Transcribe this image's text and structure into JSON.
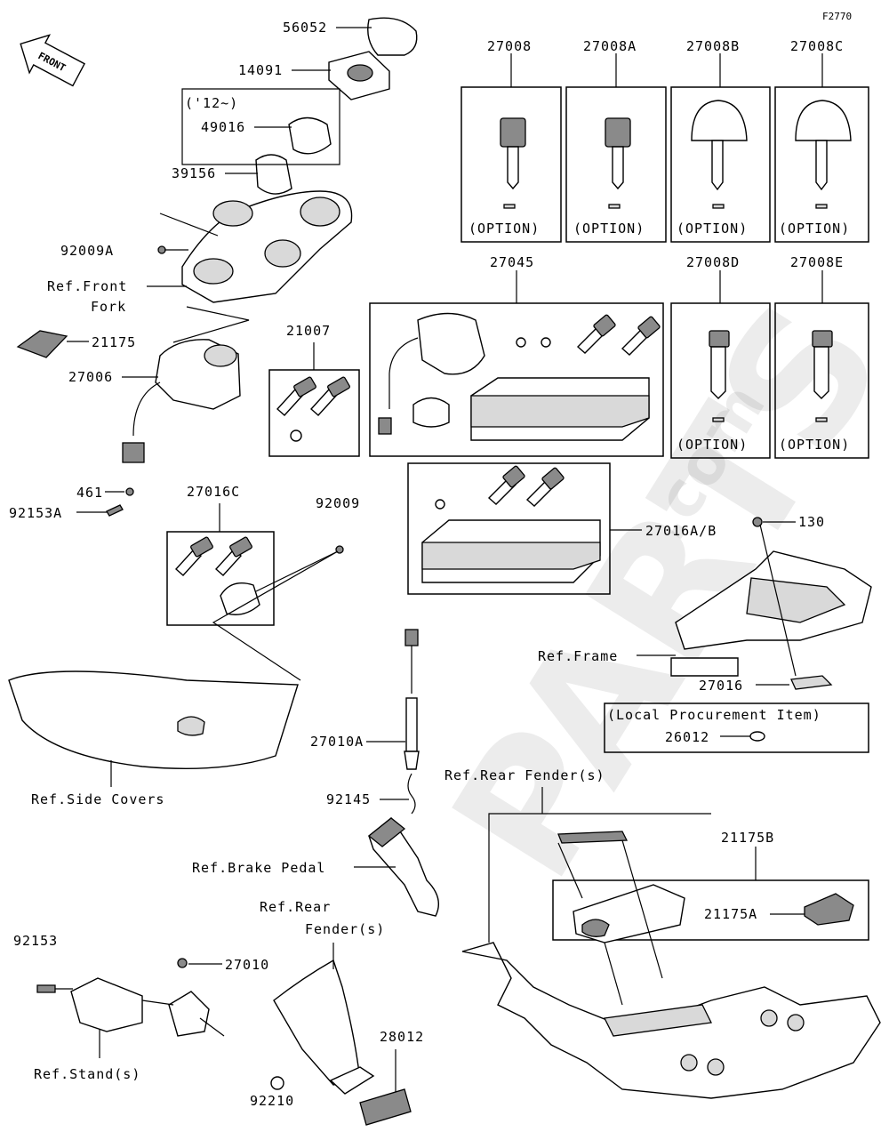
{
  "figure_code": "F2770",
  "direction_arrow": "FRONT",
  "watermark": {
    "main": "PARTS",
    "suffix": ".com"
  },
  "year_note": "('12~)",
  "option_label": "(OPTION)",
  "local_procurement_title": "(Local Procurement Item)",
  "part_numbers": {
    "p56052": "56052",
    "p14091": "14091",
    "p49016": "49016",
    "p39156": "39156",
    "p92009A": "92009A",
    "p21175": "21175",
    "p27006": "27006",
    "p461": "461",
    "p92153A": "92153A",
    "p21007": "21007",
    "p27016C": "27016C",
    "p92009": "92009",
    "p27008": "27008",
    "p27008A": "27008A",
    "p27008B": "27008B",
    "p27008C": "27008C",
    "p27045": "27045",
    "p27008D": "27008D",
    "p27008E": "27008E",
    "p27016AB": "27016A/B",
    "p130": "130",
    "p27016": "27016",
    "p26012": "26012",
    "p27010A": "27010A",
    "p92145": "92145",
    "p21175B": "21175B",
    "p21175A": "21175A",
    "p92153": "92153",
    "p27010": "27010",
    "p28012": "28012",
    "p92210": "92210"
  },
  "references": {
    "front_fork_1": "Ref.Front",
    "front_fork_2": "Fork",
    "side_covers": "Ref.Side Covers",
    "frame": "Ref.Frame",
    "rear_fender_top": "Ref.Rear Fender(s)",
    "brake_pedal": "Ref.Brake Pedal",
    "rear_fender_1": "Ref.Rear",
    "rear_fender_2": "Fender(s)",
    "stand": "Ref.Stand(s)"
  }
}
